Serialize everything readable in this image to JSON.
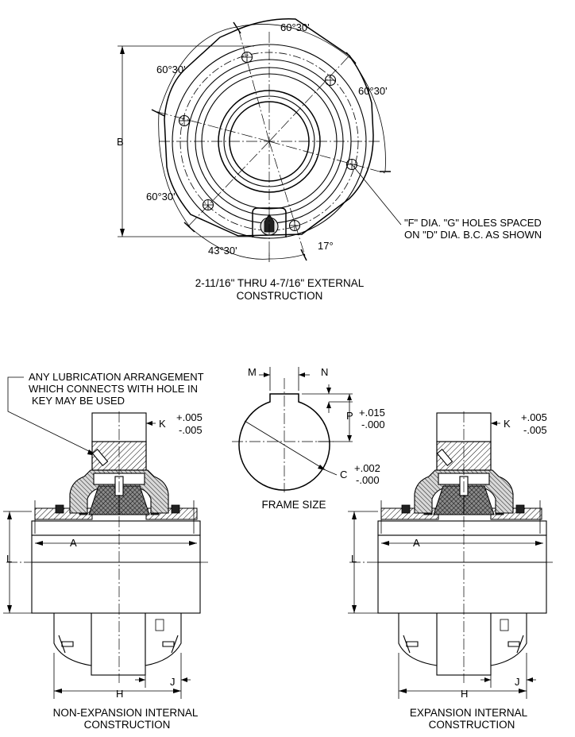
{
  "top_view": {
    "angle_top": "60°30'",
    "angle_upper_left": "60°30'",
    "angle_upper_right": "60°30'",
    "angle_lower_left": "60°30'",
    "angle_bottom": "43°30'",
    "angle_small": "17°",
    "dim_b": "B",
    "note_line1": "\"F\" DIA. \"G\" HOLES SPACED",
    "note_line2": "ON \"D\" DIA. B.C. AS SHOWN",
    "caption_line1": "2-11/16\" THRU 4-7/16\" EXTERNAL",
    "caption_line2": "CONSTRUCTION"
  },
  "lubrication_note": {
    "line1": "ANY LUBRICATION ARRANGEMENT",
    "line2": "WHICH CONNECTS WITH HOLE IN",
    "line3": "KEY MAY BE USED"
  },
  "left_view": {
    "dim_k": "K",
    "tol_k_plus": "+.005",
    "tol_k_minus": "-.005",
    "dim_a": "A",
    "dim_l": "L",
    "dim_h": "H",
    "dim_j": "J",
    "caption_line1": "NON-EXPANSION INTERNAL",
    "caption_line2": "CONSTRUCTION"
  },
  "frame_view": {
    "dim_m": "M",
    "dim_n": "N",
    "dim_p": "P",
    "tol_p_plus": "+.015",
    "tol_p_minus": "-.000",
    "dim_c": "C",
    "tol_c_plus": "+.002",
    "tol_c_minus": "-.000",
    "caption": "FRAME SIZE"
  },
  "right_view": {
    "dim_k": "K",
    "tol_k_plus": "+.005",
    "tol_k_minus": "-.005",
    "dim_a": "A",
    "dim_l": "L",
    "dim_h": "H",
    "dim_j": "J",
    "caption_line1": "EXPANSION INTERNAL",
    "caption_line2": "CONSTRUCTION"
  }
}
